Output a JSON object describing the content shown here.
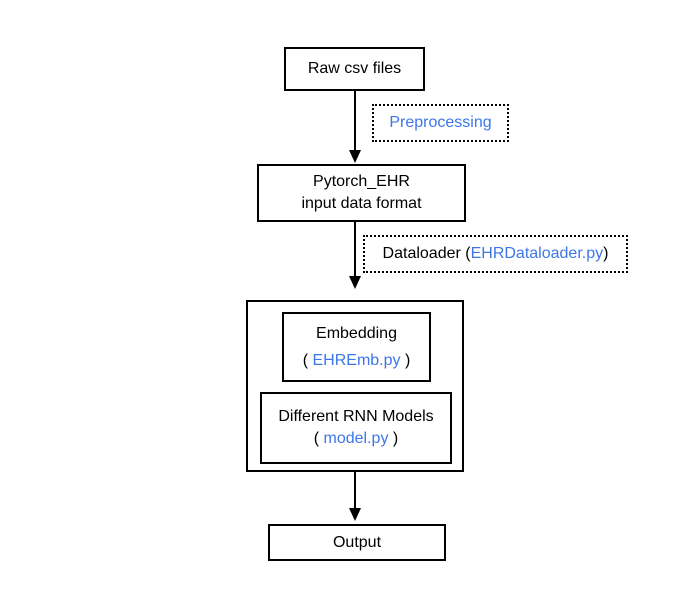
{
  "colors": {
    "background": "#ffffff",
    "border_black": "#000000",
    "accent_blue": "#3c76e8"
  },
  "nodes": {
    "raw_csv": {
      "label": "Raw csv files"
    },
    "pytorch_ehr": {
      "line1": "Pytorch_EHR",
      "line2": "input data format"
    },
    "embedding": {
      "title": "Embedding",
      "paren_open": "( ",
      "file": "EHREmb.py",
      "paren_close": " )"
    },
    "rnn_models": {
      "title": "Different RNN Models",
      "paren_open": "( ",
      "file": "model.py",
      "paren_close": " )"
    },
    "output": {
      "label": "Output"
    }
  },
  "edge_labels": {
    "preprocessing": {
      "label": "Preprocessing"
    },
    "dataloader": {
      "prefix": "Dataloader ( ",
      "file": "EHRDataloader.py",
      "suffix": " )"
    }
  }
}
